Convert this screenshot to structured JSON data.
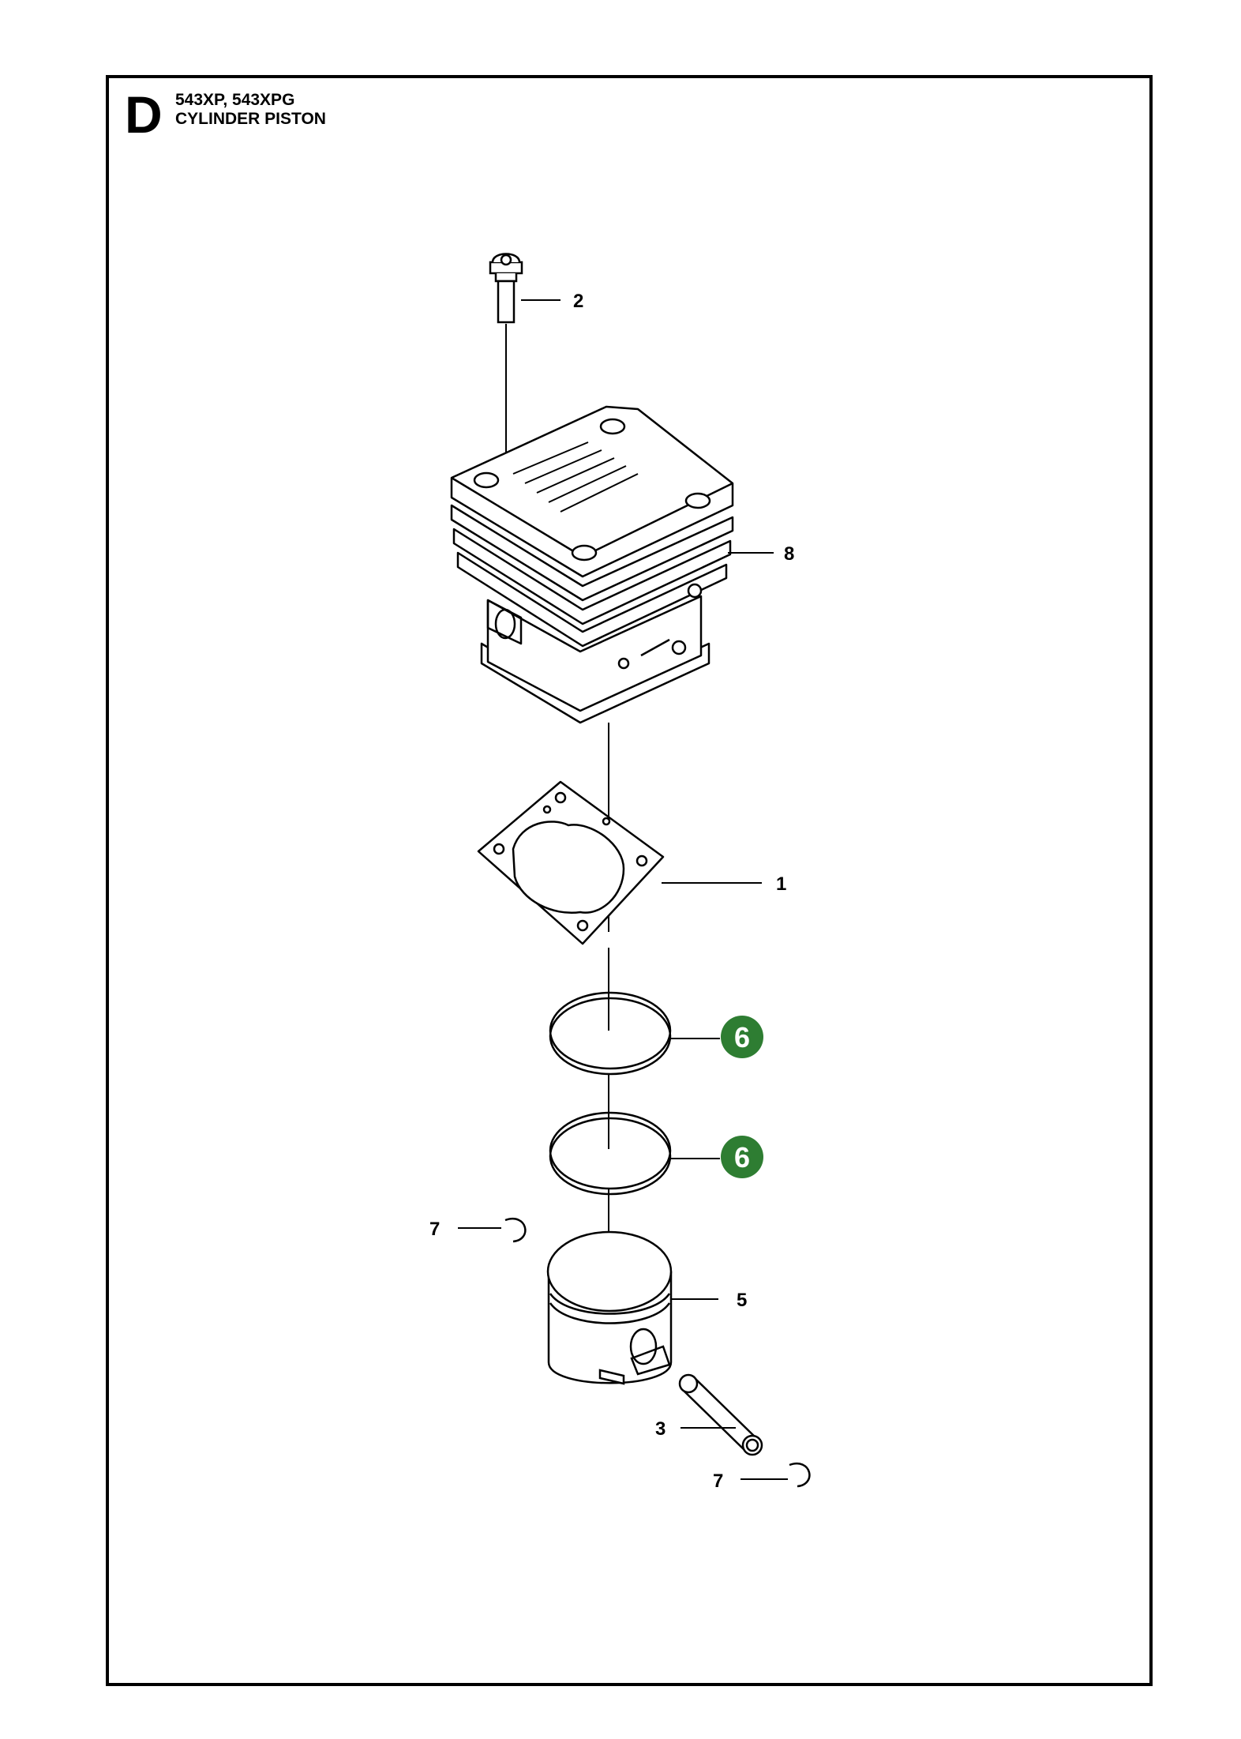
{
  "section": {
    "letter": "D",
    "models": "543XP, 543XPG",
    "title": "CYLINDER PISTON"
  },
  "callouts": {
    "screw": "2",
    "cylinder": "8",
    "gasket": "1",
    "ring_upper": "6",
    "ring_lower": "6",
    "circlip_left": "7",
    "piston": "5",
    "pin": "3",
    "circlip_right": "7"
  },
  "colors": {
    "highlight_badge": "#2e7d32",
    "line": "#000000",
    "background": "#ffffff"
  }
}
